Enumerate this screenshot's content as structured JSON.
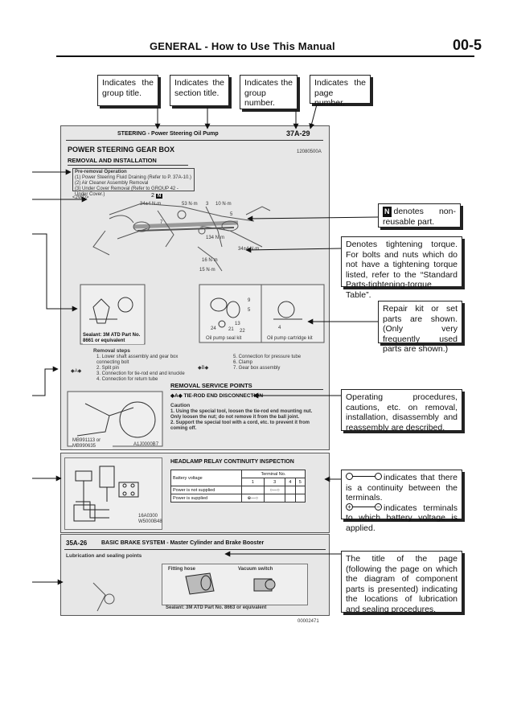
{
  "header": {
    "title": "GENERAL - How to Use This Manual",
    "page_number": "00-5"
  },
  "callouts": {
    "group_title": "Indicates the group title.",
    "section_title": "Indicates the section title.",
    "group_number": "Indicates the group number.",
    "page_number": "Indicates the page number.",
    "non_reusable_symbol": "N",
    "non_reusable": "denotes non-reusable part.",
    "tightening_torque": "Denotes tightening torque. For bolts and nuts which do not have a tightening torque listed, refer to the “Standard Parts-tightening-torque Table”.",
    "repair_kit": "Repair kit or set parts are shown. (Only very frequently used parts are shown.)",
    "operating_procedures": "Operating procedures, cautions, etc. on removal, installation, disassembly and reassembly are described.",
    "continuity": "indicates that there is a continuity between the terminals.",
    "battery_voltage": "indicates terminals to which battery voltage is applied.",
    "lubrication": "The title of the page (following the page on which the diagram of component parts is presented) indicating the locations of lubrication and sealing procedures."
  },
  "sample_page_1": {
    "group": "STEERING",
    "section": "- Power Steering Oil Pump",
    "page": "37A-29",
    "small_code": "12080500A",
    "main_title": "POWER STEERING GEAR BOX",
    "sub_title": "REMOVAL AND INSTALLATION",
    "pre_removal_title": "Pre-removal Operation",
    "pre_removal_lines": [
      "(1) Power Steering Fluid Draining (Refer to P. 37A-10.)",
      "(2) Air Cleaner Assembly Removal",
      "(3) Under Cover Removal (Refer to GROUP 42 - Under Cover.)"
    ],
    "drive_label": "<2WD>",
    "part_label_2": "2",
    "torque_labels": [
      "34±4 N·m",
      "53 N·m",
      "3",
      "10 N·m",
      "5",
      "7",
      "134 N·m",
      "16 N·m",
      "34±4 N·m",
      "15 N·m"
    ],
    "sealant_text": "Sealant: 3M ATD Part No. 8661 or equivalent",
    "kit_labels": [
      "Oil pump seal kit",
      "Oil pump cartridge kit"
    ],
    "kit_numbers": [
      "9",
      "5",
      "24",
      "21",
      "13",
      "22",
      "4"
    ],
    "removal_steps_title": "Removal steps",
    "removal_steps_left": [
      "1. Lower shaft assembly and gear box connecting bolt",
      "2. Split pin",
      "3. Connection for tie-rod end and knuckle",
      "4. Connection for return tube"
    ],
    "removal_steps_right": [
      "5. Connection for pressure tube",
      "6. Clamp",
      "7. Gear box assembly"
    ],
    "marker_a": "◆A◆",
    "marker_b": "◆B◆",
    "service_title": "REMOVAL SERVICE POINTS",
    "service_step": "◆A◆ TIE-ROD END DISCONNECTION",
    "caution_title": "Caution",
    "caution_lines": [
      "1. Using the special tool, loosen the tie-rod end mounting nut. Only loosen the nut; do not remove it from the ball joint.",
      "2. Support the special tool with a cord, etc. to prevent it from coming off."
    ],
    "tool_label": "MB991113 or MB990635",
    "fig_code": "A1J0000B7"
  },
  "sample_page_2": {
    "title": "HEADLAMP RELAY CONTINUITY INSPECTION",
    "table_header": "Terminal No.",
    "row_label_col": "Battery voltage",
    "terminals": [
      "1",
      "3",
      "4",
      "5"
    ],
    "rows": [
      "Power is not supplied",
      "Power is supplied"
    ],
    "fig_code": "16A0300 W5000B48"
  },
  "sample_page_3": {
    "page": "35A-26",
    "title": "BASIC BRAKE SYSTEM - Master Cylinder and Brake Booster",
    "subtitle": "Lubrication and sealing points",
    "labels": [
      "Fitting hose",
      "Vacuum switch"
    ],
    "sealant": "Sealant: 3M ATD Part No. 8663 or equivalent",
    "fig_code": "00002471"
  }
}
